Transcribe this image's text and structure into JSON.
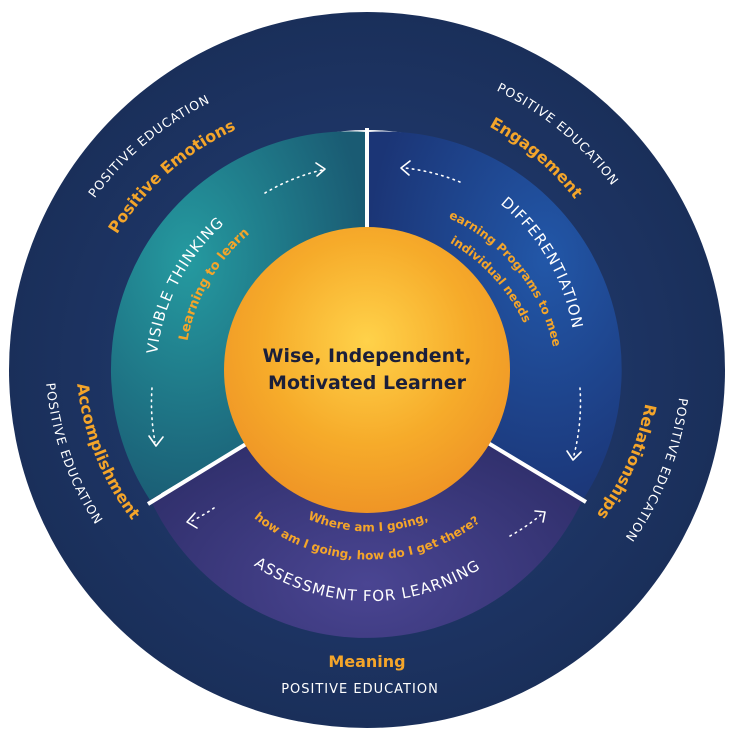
{
  "center": {
    "line1": "Wise, Independent,",
    "line2": "Motivated Learner"
  },
  "segments": {
    "visible_thinking": {
      "title": "VISIBLE THINKING",
      "subtitle": "Learning to learn"
    },
    "differentiation": {
      "title": "DIFFERENTIATION",
      "subtitle_line1": "Learning Programs to meet",
      "subtitle_line2": "individual needs"
    },
    "assessment": {
      "title": "ASSESSMENT FOR LEARNING",
      "subtitle_line1": "Where am I going,",
      "subtitle_line2": "how am I going, how do I get there?"
    }
  },
  "outer_ring": {
    "positive_emotions": {
      "label": "Positive Emotions",
      "caption": "POSITIVE EDUCATION"
    },
    "engagement": {
      "label": "Engagement",
      "caption": "POSITIVE EDUCATION"
    },
    "relationships": {
      "label": "Relationships",
      "caption": "POSITIVE EDUCATION"
    },
    "meaning": {
      "label": "Meaning",
      "caption": "POSITIVE EDUCATION"
    },
    "accomplishment": {
      "label": "Accomplishment",
      "caption": "POSITIVE EDUCATION"
    }
  },
  "colors": {
    "outer_ring": "#1d3461",
    "visible_thinking": "#1c7a82",
    "differentiation": "#1c4a92",
    "assessment": "#3b3a7c",
    "center": "#f6a623",
    "label_gold": "#f4a52a"
  }
}
